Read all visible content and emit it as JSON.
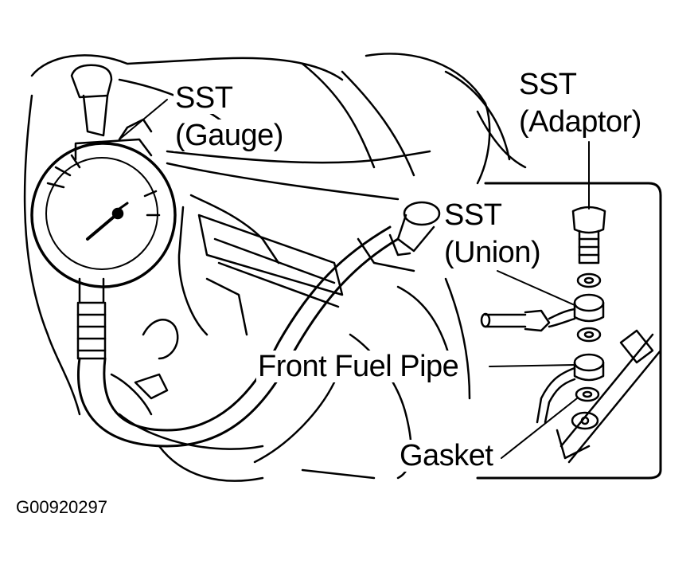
{
  "labels": {
    "sst_gauge_line1": "SST",
    "sst_gauge_line2": "(Gauge)",
    "sst_adaptor_line1": "SST",
    "sst_adaptor_line2": "(Adaptor)",
    "sst_union_line1": "SST",
    "sst_union_line2": "(Union)",
    "front_fuel_pipe": "Front Fuel Pipe",
    "gasket": "Gasket"
  },
  "figure_id": "G00920297"
}
